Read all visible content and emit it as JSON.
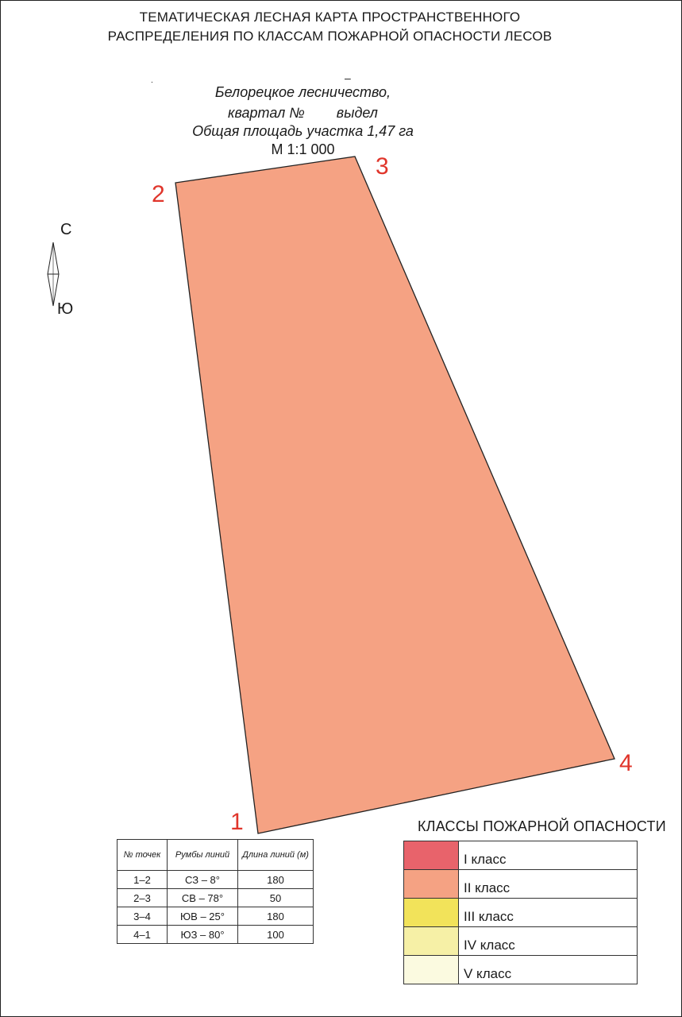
{
  "header": {
    "title_line_1": "ТЕМАТИЧЕСКАЯ ЛЕСНАЯ КАРТА ПРОСТРАНСТВЕННОГО",
    "title_line_2": "РАСПРЕДЕЛЕНИЯ ПО КЛАССАМ ПОЖАРНОЙ ОПАСНОСТИ ЛЕСОВ"
  },
  "info": {
    "forestry": "Белорецкое лесничество,",
    "quarter": "квартал №        выдел",
    "area": "Общая площадь участка 1,47 га",
    "scale": "М 1:1 000"
  },
  "compass": {
    "north": "С",
    "south": "Ю"
  },
  "plot": {
    "fill_color": "#f5a283",
    "points": [
      {
        "label": "1",
        "color": "#e0352b"
      },
      {
        "label": "2",
        "color": "#e0352b"
      },
      {
        "label": "3",
        "color": "#e0352b"
      },
      {
        "label": "4",
        "color": "#e0352b"
      }
    ]
  },
  "lines_table": {
    "headers": [
      "№ точек",
      "Румбы линий",
      "Длина линий (м)"
    ],
    "rows": [
      [
        "1–2",
        "СЗ – 8°",
        "180"
      ],
      [
        "2–3",
        "СВ – 78°",
        "50"
      ],
      [
        "3–4",
        "ЮВ – 25°",
        "180"
      ],
      [
        "4–1",
        "ЮЗ – 80°",
        "100"
      ]
    ]
  },
  "legend": {
    "title": "КЛАССЫ ПОЖАРНОЙ ОПАСНОСТИ",
    "items": [
      {
        "label": "I класс",
        "color": "#e8636b"
      },
      {
        "label": "II класс",
        "color": "#f5a283"
      },
      {
        "label": "III класс",
        "color": "#f2e35a"
      },
      {
        "label": "IV класс",
        "color": "#f6f0a6"
      },
      {
        "label": "V класс",
        "color": "#fbfae0"
      }
    ]
  }
}
